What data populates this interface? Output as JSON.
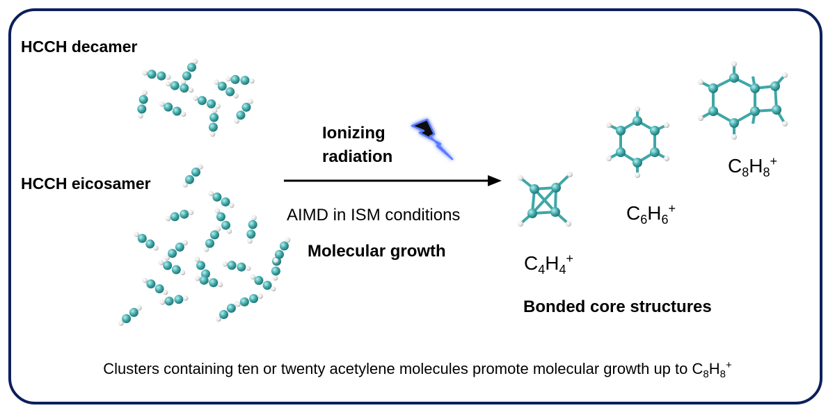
{
  "clusters": {
    "decamer_label": "HCCH decamer",
    "eicosamer_label": "HCCH eicosamer"
  },
  "process": {
    "radiation_line1": "Ionizing",
    "radiation_line2": "radiation",
    "method": "AIMD in ISM conditions",
    "result": "Molecular growth",
    "radiation_icon": "lightning-bolt-icon"
  },
  "products": {
    "c4h4": {
      "c": "C",
      "c_n": "4",
      "h": "H",
      "h_n": "4",
      "charge": "+"
    },
    "c6h6": {
      "c": "C",
      "c_n": "6",
      "h": "H",
      "h_n": "6",
      "charge": "+"
    },
    "c8h8": {
      "c": "C",
      "c_n": "8",
      "h": "H",
      "h_n": "8",
      "charge": "+"
    },
    "core_label": "Bonded core structures"
  },
  "caption": {
    "text": "Clusters containing ten or twenty acetylene molecules promote molecular growth up to C",
    "c_n": "8",
    "h": "H",
    "h_n": "8",
    "charge": "+"
  },
  "colors": {
    "frame": "#0d1f5c",
    "carbon": "#3fa7a7",
    "hydrogen": "#e6e6e6",
    "bolt": "#111111",
    "bolt_glow": "#5a7cff"
  }
}
